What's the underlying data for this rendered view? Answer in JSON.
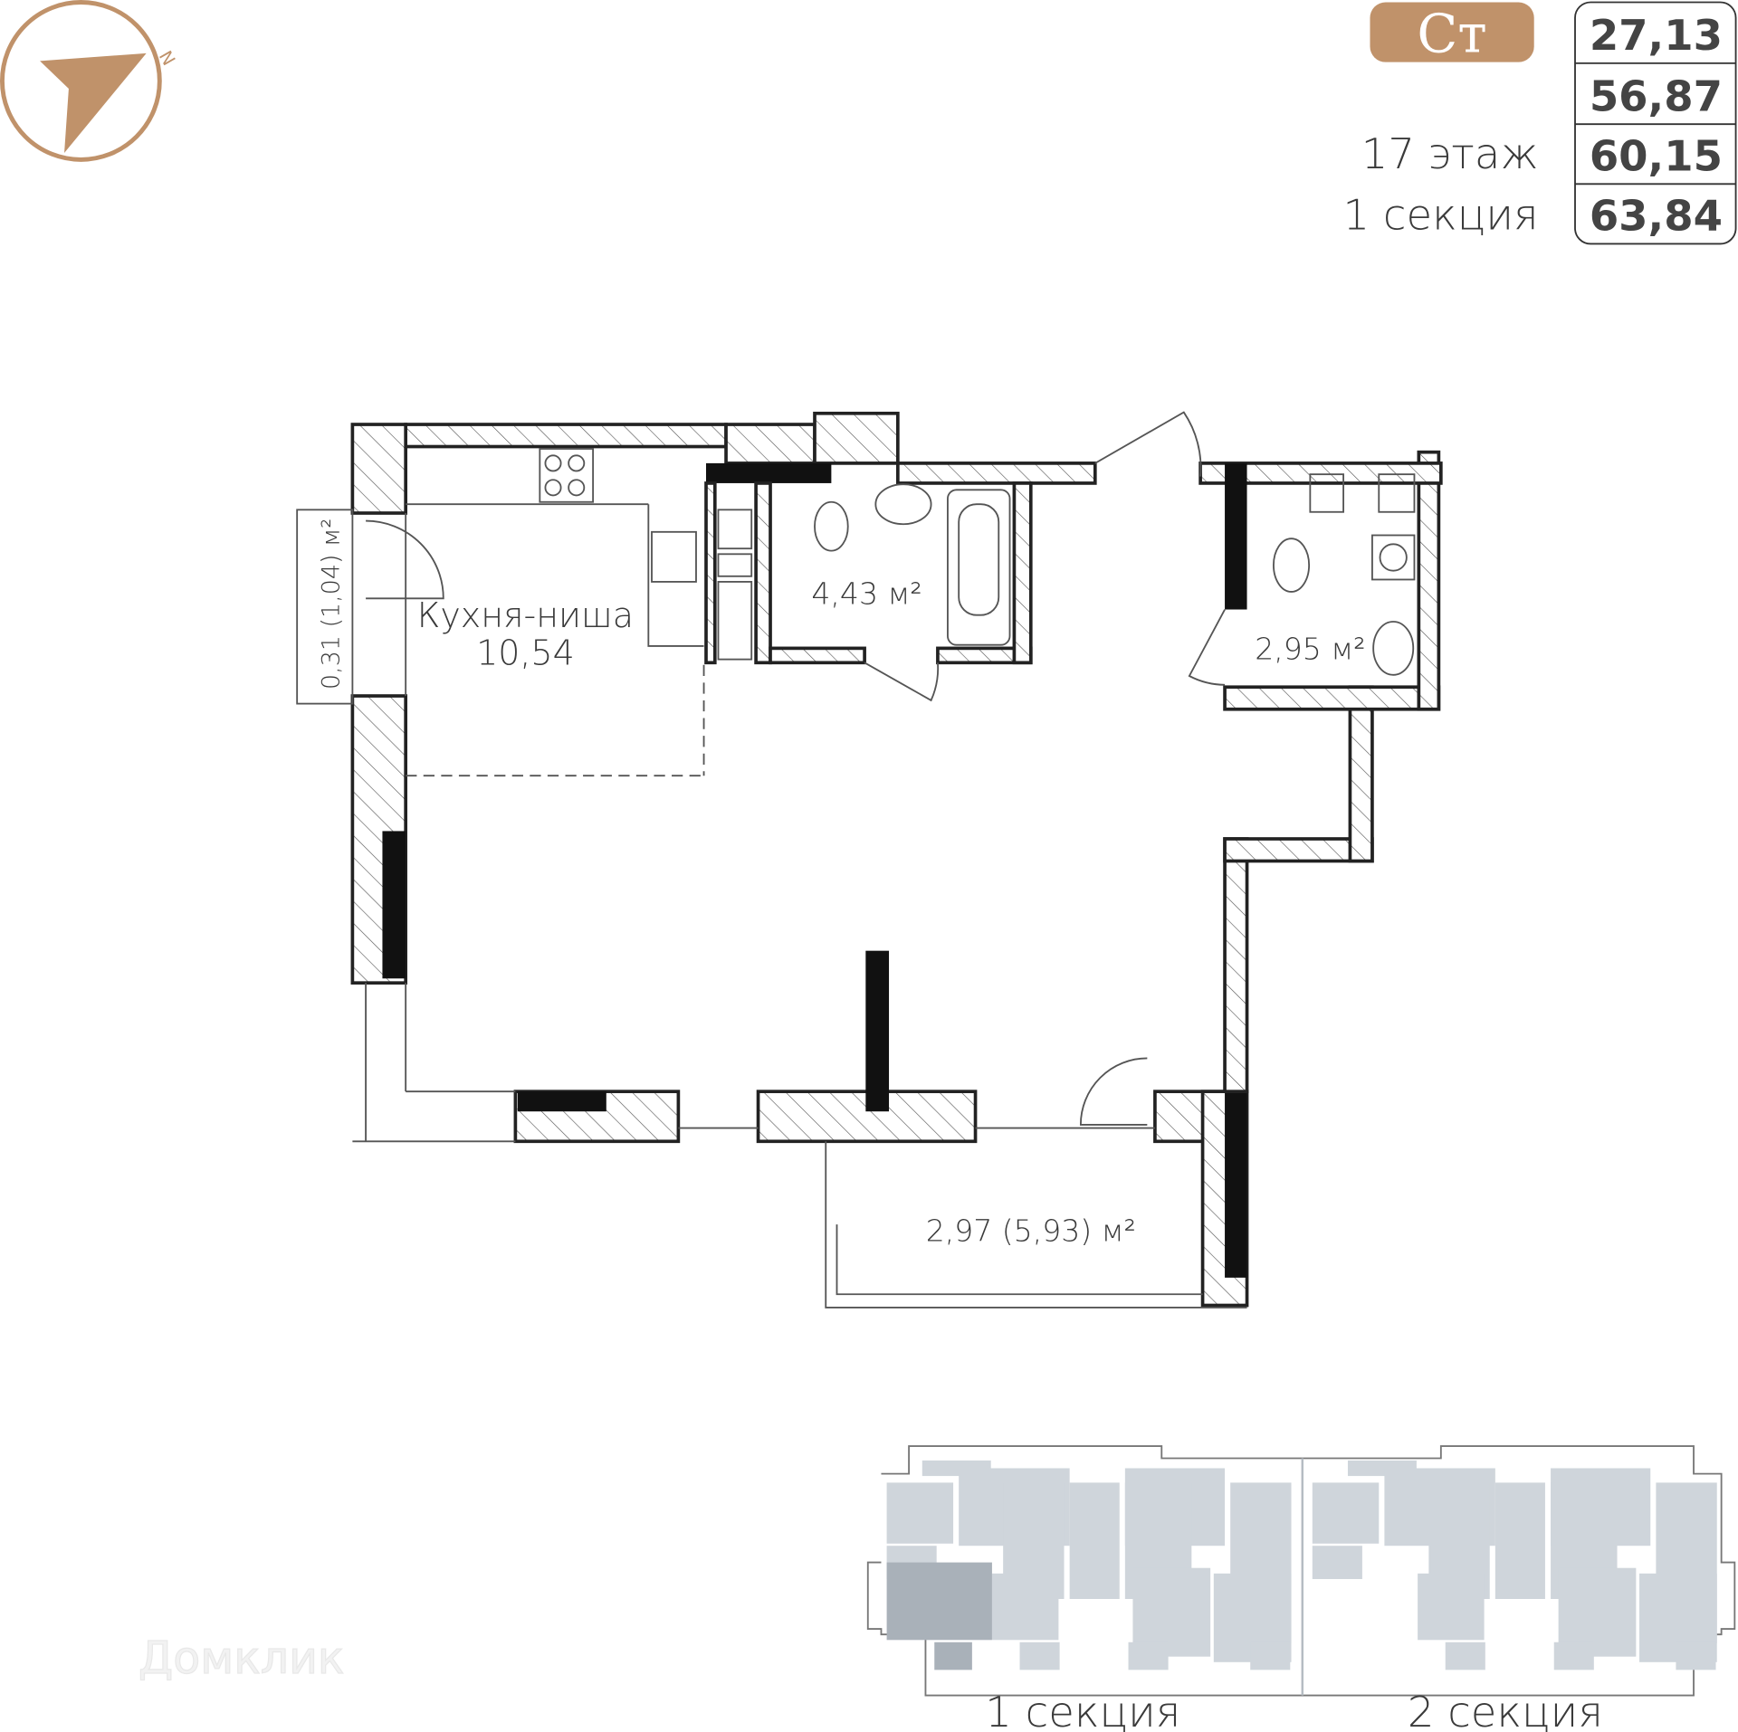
{
  "header": {
    "type_badge": "Ст",
    "floor": "17 этаж",
    "section": "1 секция",
    "areas": [
      "27,13",
      "56,87",
      "60,15",
      "63,84"
    ]
  },
  "rooms": {
    "kitchen_name": "Кухня-ниша",
    "kitchen_area": "10,54",
    "bathroom_area": "4,43 м²",
    "wc_area": "2,95 м²",
    "loggia_area": "2,97 (5,93) м²",
    "balcony_area": "0,31 (1,04) м²"
  },
  "keyplan": {
    "section1": "1 секция",
    "section2": "2 секция",
    "highlighted_section": "1 секция"
  },
  "watermark": "Домклик",
  "colors": {
    "accent": "#c0926a",
    "text": "#444444",
    "keyplan": "#cfd5db",
    "keyplan_highlight": "#a9b1b9"
  },
  "icons": {
    "compass": "compass-north-arrow-icon"
  }
}
